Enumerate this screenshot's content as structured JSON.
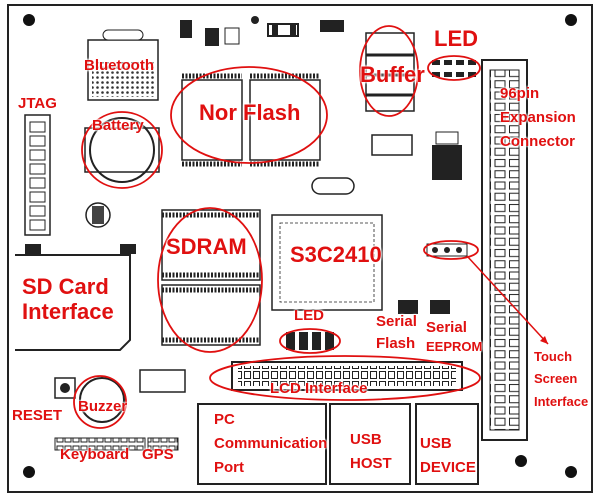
{
  "diagram": {
    "colors": {
      "label": "#e01010",
      "ink": "#1a1a1a",
      "board": "#ffffff",
      "chip": "#2a2a2a"
    },
    "labels": {
      "led_top": "LED",
      "bluetooth": "Bluetooth",
      "buffer": "Buffer",
      "nor_flash": "Nor Flash",
      "jtag": "JTAG",
      "battery": "Battery",
      "expansion_line1": "96pin",
      "expansion_line2": "Expansion",
      "expansion_line3": "Connector",
      "sdram": "SDRAM",
      "s3c2410": "S3C2410",
      "sd_card_line1": "SD Card",
      "sd_card_line2": "Interface",
      "led_mid": "LED",
      "serial_flash_line1": "Serial",
      "serial_flash_line2": "Flash",
      "serial_eeprom_line1": "Serial",
      "serial_eeprom_line2": "EEPROM",
      "touch_line1": "Touch",
      "touch_line2": "Screen",
      "touch_line3": "Interface",
      "lcd_interface": "LCD Interface",
      "buzzer": "Buzzer",
      "reset": "RESET",
      "pc_comm_line1": "PC",
      "pc_comm_line2": "Communication",
      "pc_comm_line3": "Port",
      "usb_host_line1": "USB",
      "usb_host_line2": "HOST",
      "usb_device_line1": "USB",
      "usb_device_line2": "DEVICE",
      "keyboard": "Keyboard",
      "gps": "GPS"
    }
  }
}
